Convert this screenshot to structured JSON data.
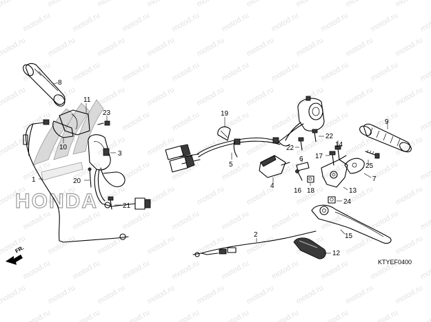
{
  "watermark_text": "motod.ru",
  "logo_text": "HONDA",
  "direction_text": "FR.",
  "diagram_code": "KTYEF0400",
  "callouts": {
    "c1": "1",
    "c2": "2",
    "c3": "3",
    "c4": "4",
    "c5": "5",
    "c6": "6",
    "c7": "7",
    "c8": "8",
    "c9": "9",
    "c10": "10",
    "c11": "11",
    "c12": "12",
    "c13": "13",
    "c15": "15",
    "c16": "16",
    "c17": "17",
    "c18": "18",
    "c19": "19",
    "c20": "20",
    "c21": "21",
    "c22a": "22",
    "c22b": "22",
    "c23": "23",
    "c24": "24",
    "c25": "25"
  }
}
